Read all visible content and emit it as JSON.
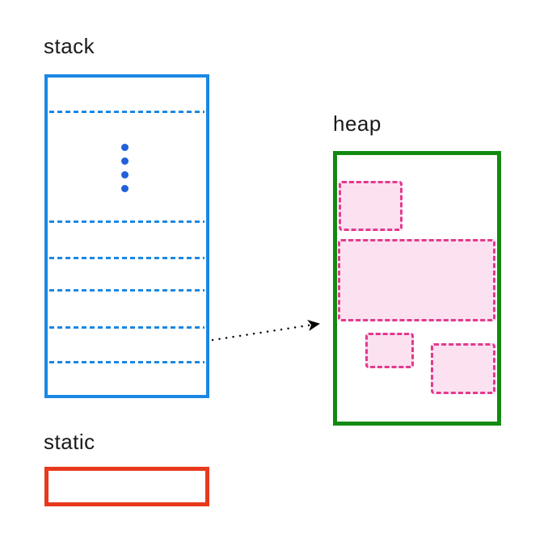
{
  "labels": {
    "stack": "stack",
    "heap": "heap",
    "static": "static"
  },
  "stack": {
    "divider_count": 6,
    "ellipsis_dot_count": 4
  },
  "heap": {
    "allocated_block_count": 4
  },
  "colors": {
    "bg": "#ffffff",
    "text_color": "#1a1a1a",
    "stack_border": "#1a88e4",
    "stack_divider": "#1a88e4",
    "stack_dot": "#2160d8",
    "heap_border": "#128a12",
    "heap_block_border": "#e23a8e",
    "heap_block_fill": "#fce1f0",
    "static_border": "#e8391d",
    "arrow_color": "#000000"
  }
}
